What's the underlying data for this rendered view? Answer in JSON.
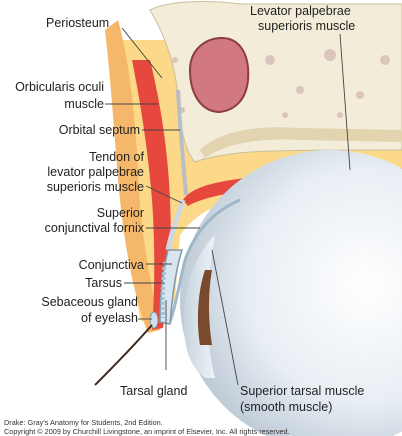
{
  "labels": {
    "periosteum": "Periosteum",
    "levator_1": "Levator palpebrae",
    "levator_2": "superioris muscle",
    "orbicularis_1": "Orbicularis oculi",
    "orbicularis_2": "muscle",
    "orbital_septum": "Orbital septum",
    "tendon_1": "Tendon of",
    "tendon_2": "levator palpebrae",
    "tendon_3": "superioris muscle",
    "fornix_1": "Superior",
    "fornix_2": "conjunctival fornix",
    "conjunctiva": "Conjunctiva",
    "tarsus": "Tarsus",
    "sebaceous_1": "Sebaceous gland",
    "sebaceous_2": "of eyelash",
    "tarsal_gland": "Tarsal gland",
    "superior_tarsal_1": "Superior tarsal muscle",
    "superior_tarsal_2": "(smooth muscle)"
  },
  "credit": {
    "line1": "Drake: Gray's Anatomy for Students, 2nd Edition.",
    "line2": "Copyright © 2009 by Churchill Livingstone, an imprint of Elsevier, Inc. All rights reserved."
  },
  "colors": {
    "bone": "#f2ecd8",
    "marrow": "#c8a7a6",
    "sinus": "#d2787f",
    "fat": "#fbd988",
    "skin": "#f5b86a",
    "muscle": "#e6483e",
    "septum": "#b8bec6",
    "globe": "#dfe7ee",
    "iris": "#7a4a2e"
  }
}
